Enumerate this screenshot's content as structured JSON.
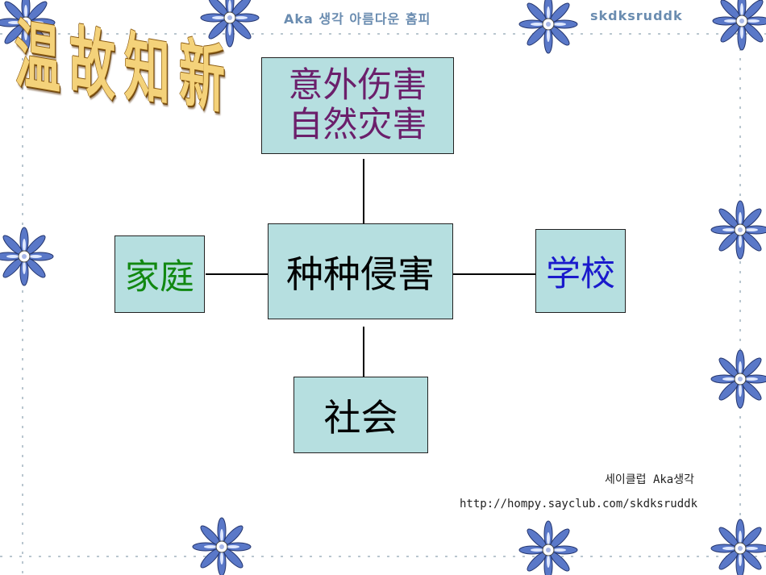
{
  "header": {
    "left_text": "Aka 생각  아름다운  홈피",
    "right_text": "skdksruddk"
  },
  "title_art": {
    "chars": [
      "温",
      "故",
      "知",
      "新"
    ]
  },
  "diagram": {
    "center": "种种侵害",
    "top_lines": [
      "意外伤害",
      "自然灾害"
    ],
    "left": "家庭",
    "right": "学校",
    "bottom": "社会"
  },
  "colors": {
    "box_fill": "#b6dfe0",
    "center_text": "#000000",
    "top_text": "#6b1f6b",
    "left_text": "#118811",
    "right_text": "#1a1acc",
    "bottom_text": "#000000",
    "title_gold": "#f4d27a"
  },
  "footer": {
    "club": "세이클럽 Aka생각",
    "url": "http://hompy.sayclub.com/skdksruddk"
  }
}
